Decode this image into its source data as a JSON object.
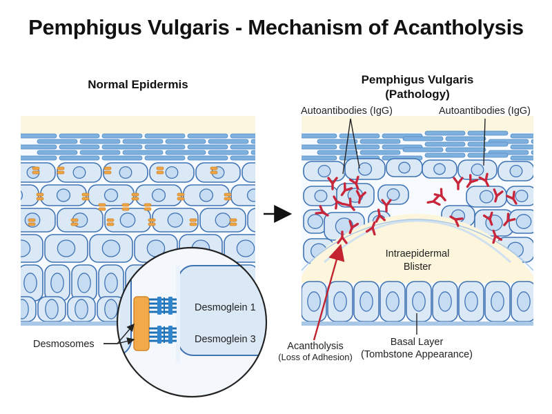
{
  "title": "Pemphigus Vulgaris - Mechanism of Acantholysis",
  "panels": {
    "normal": {
      "title": "Normal Epidermis"
    },
    "pathology": {
      "title_line1": "Pemphigus Vulgaris",
      "title_line2": "(Pathology)"
    }
  },
  "labels": {
    "autoantibodies_left": "Autoantibodies (IgG)",
    "autoantibodies_right": "Autoantibodies (IgG)",
    "desmoglein_1": "Desmoglein 1",
    "desmoglein_3": "Desmoglein 3",
    "desmosomes": "Desmosomes",
    "blister_line1": "Intraepidermal",
    "blister_line2": "Blister",
    "acantholysis_line1": "Acantholysis",
    "acantholysis_line2": "(Loss of Adhesion)",
    "basal_line1": "Basal Layer",
    "basal_line2": "(Tombstone Appearance)"
  },
  "colors": {
    "cell_fill": "#dbe9f7",
    "cell_stroke": "#3f73b4",
    "nucleus": "#c6dcf2",
    "desmosome": "#f0a544",
    "antibody": "#c8263a",
    "stratum_corneum": "#7fb1de",
    "blister_fill": "#fdf6dc",
    "arrow_red": "#c2232f"
  }
}
